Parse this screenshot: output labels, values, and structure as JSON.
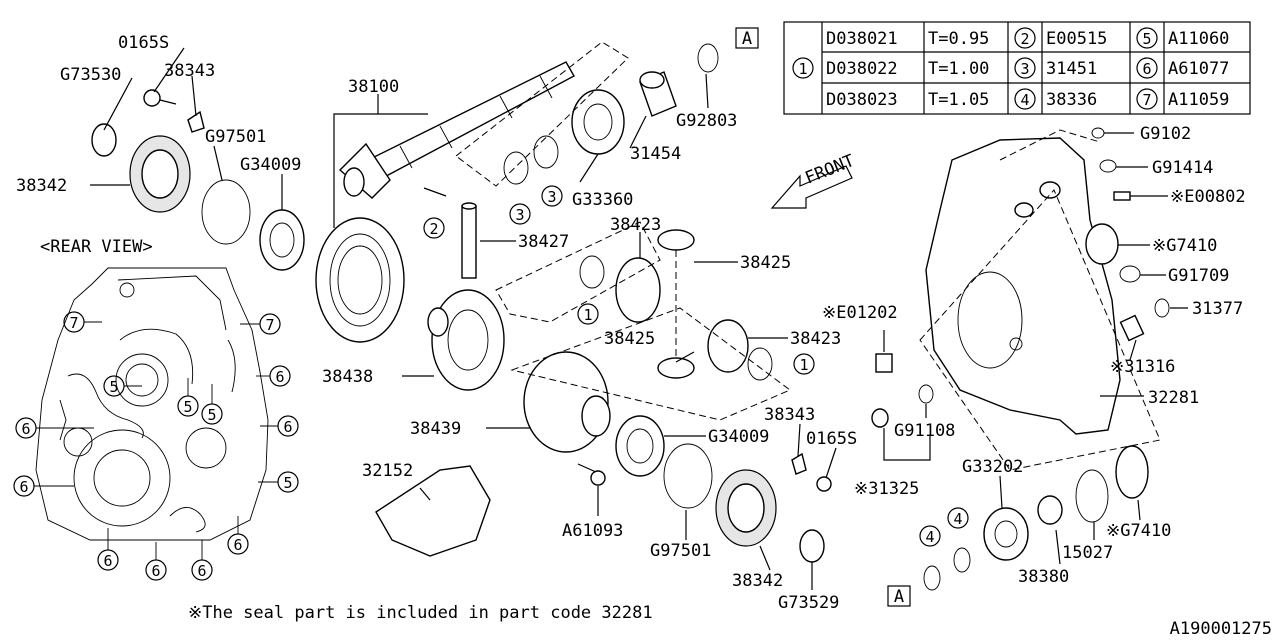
{
  "table": {
    "key": "1",
    "rows": [
      [
        "D038021",
        "T=0.95",
        "2",
        "E00515",
        "5",
        "A11060"
      ],
      [
        "D038022",
        "T=1.00",
        "3",
        "31451",
        "6",
        "A61077"
      ],
      [
        "D038023",
        "T=1.05",
        "4",
        "38336",
        "7",
        "A11059"
      ]
    ]
  },
  "ref_A": "A",
  "front_label": "FRONT",
  "rear_view_label": "<REAR VIEW>",
  "labels": {
    "p0165s_top": "0165S",
    "g73530": "G73530",
    "p38343_top": "38343",
    "g97501_top": "G97501",
    "g34009_top": "G34009",
    "p38342_top": "38342",
    "p38100": "38100",
    "g92803": "G92803",
    "p31454": "31454",
    "g33360": "G33360",
    "p38427": "38427",
    "p38423_top": "38423",
    "p38425_top": "38425",
    "p38425_bot": "38425",
    "p38423_bot": "38423",
    "p38438": "38438",
    "p38439": "38439",
    "g34009_bot": "G34009",
    "p38343_bot": "38343",
    "p0165s_bot": "0165S",
    "p32152": "32152",
    "a61093": "A61093",
    "g97501_bot": "G97501",
    "p38342_bot": "38342",
    "g73529": "G73529",
    "g9102": "G9102",
    "g91414": "G91414",
    "e00802": "※E00802",
    "g7410_top": "※G7410",
    "g91709": "G91709",
    "e01202": "※E01202",
    "p31377": "31377",
    "p31316": "※31316",
    "p32281": "32281",
    "g91108": "G91108",
    "p31325": "※31325",
    "g33202": "G33202",
    "p15027": "15027",
    "g7410_bot": "※G7410",
    "p38380": "38380"
  },
  "callouts": {
    "c1": "1",
    "c2": "2",
    "c3": "3",
    "c4": "4",
    "c5": "5",
    "c6": "6",
    "c7": "7"
  },
  "footnote": "※The seal  part is included in part code 32281",
  "diagram_id": "A190001275"
}
